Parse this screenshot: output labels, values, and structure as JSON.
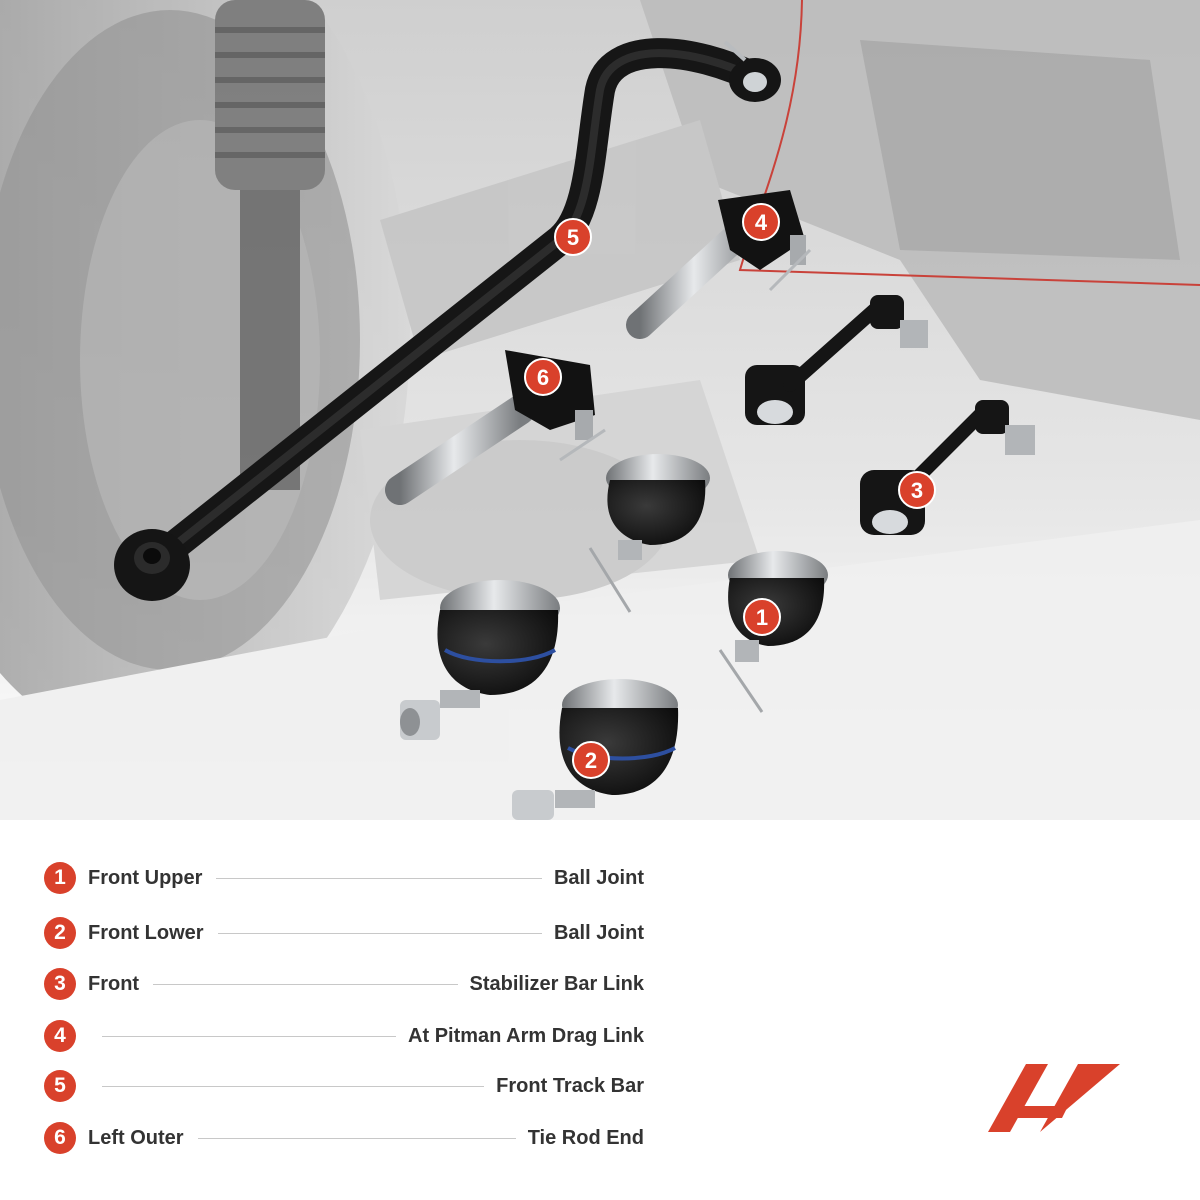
{
  "colors": {
    "accent": "#d9412b",
    "text": "#333333",
    "part": "#1e1e1e",
    "metal": "#9ea2a6"
  },
  "parts": [
    {
      "number": "1",
      "left": "Front Upper",
      "right": "Ball Joint"
    },
    {
      "number": "2",
      "left": "Front Lower",
      "right": "Ball Joint"
    },
    {
      "number": "3",
      "left": "Front",
      "right": "Stabilizer Bar Link"
    },
    {
      "number": "4",
      "left": "",
      "right": "At Pitman Arm Drag Link"
    },
    {
      "number": "5",
      "left": "",
      "right": "Front Track Bar"
    },
    {
      "number": "6",
      "left": "Left Outer",
      "right": "Tie Rod End"
    }
  ],
  "logo": {
    "icon": "a-premium-logo-icon"
  }
}
